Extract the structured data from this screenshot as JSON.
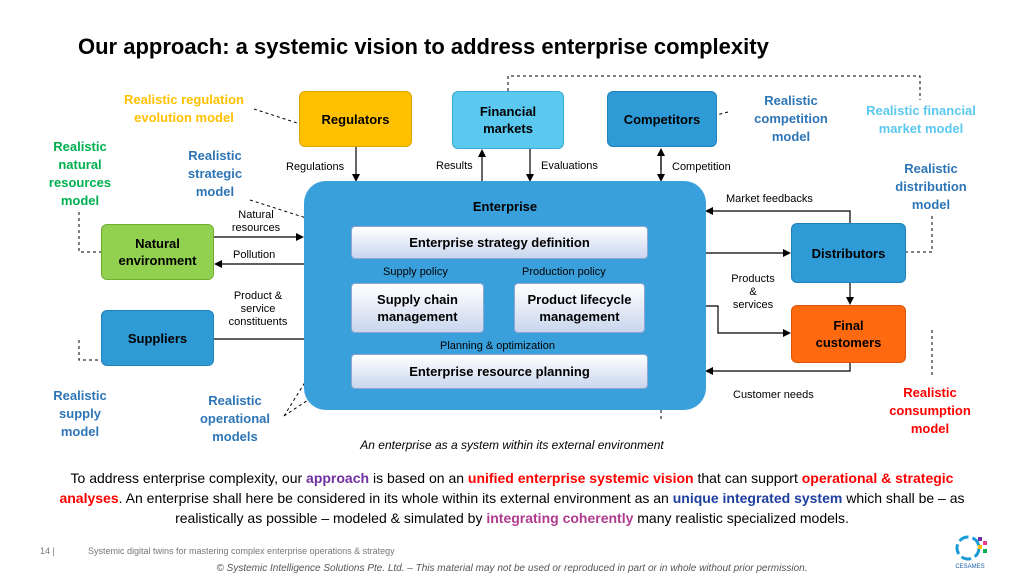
{
  "title": "Our approach: a systemic vision to address enterprise complexity",
  "boxes": {
    "regulators": "Regulators",
    "financial_markets": "Financial markets",
    "competitors": "Competitors",
    "natural_environment": "Natural environment",
    "suppliers": "Suppliers",
    "distributors": "Distributors",
    "final_customers": "Final customers"
  },
  "enterprise": {
    "label": "Enterprise",
    "strategy": "Enterprise strategy definition",
    "supply_chain": "Supply chain management",
    "plm": "Product lifecycle management",
    "erp": "Enterprise resource planning"
  },
  "labels": {
    "regulations": "Regulations",
    "results": "Results",
    "evaluations": "Evaluations",
    "competition": "Competition",
    "natural_resources": "Natural resources",
    "pollution": "Pollution",
    "product_service": "Product & service constituents",
    "supply_policy": "Supply policy",
    "production_policy": "Production policy",
    "planning": "Planning & optimization",
    "market_feedbacks": "Market feedbacks",
    "products_services": "Products & services",
    "customer_needs": "Customer needs"
  },
  "models": {
    "regulation": "Realistic regulation evolution model",
    "natural": "Realistic natural resources model",
    "strategic": "Realistic strategic model",
    "competition": "Realistic competition model",
    "financial": "Realistic financial market model",
    "distribution": "Realistic distribution model",
    "supply": "Realistic supply model",
    "operational": "Realistic operational models",
    "consumption": "Realistic consumption model"
  },
  "colors": {
    "regulation": "#ffc000",
    "natural": "#00b050",
    "blue_model": "#2e75b6",
    "financial": "#5bc8f0",
    "consumption": "#ff0000"
  },
  "caption": "An enterprise as a system within its external environment",
  "paragraph": {
    "t1": "To address enterprise complexity, our ",
    "approach": "approach",
    "t2": " is based on an ",
    "unified": "unified enterprise systemic vision",
    "t3": " that can support ",
    "analyses": "operational & strategic analyses",
    "t4": ". An enterprise shall here be considered in its whole within its external environment as an ",
    "unique": "unique integrated system",
    "t5": " which shall be – as realistically as possible – modeled & simulated by ",
    "integrating": "integrating coherently",
    "t6": " many realistic specialized models."
  },
  "footer": {
    "page": "14  |",
    "text": "Systemic digital twins for mastering complex enterprise operations & strategy",
    "copyright": "© Systemic Intelligence Solutions Pte. Ltd. – This material may not be used or reproduced in part or in whole without prior permission.",
    "logo_text": "CESAMES"
  }
}
